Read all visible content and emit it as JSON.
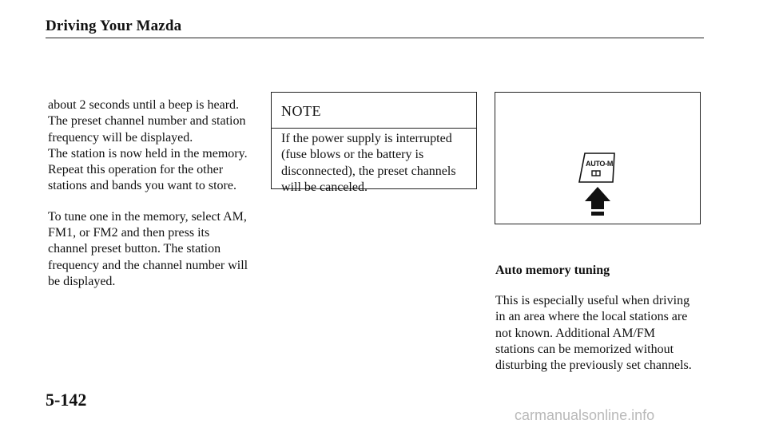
{
  "header": {
    "title": "Driving Your Mazda"
  },
  "left_column": {
    "paragraph1": [
      "about 2 seconds until a beep is heard.",
      "The preset channel number and station",
      "frequency will be displayed.",
      "The station is now held in the memory.",
      "Repeat this operation for the other",
      "stations and bands you want to store."
    ],
    "paragraph2": [
      "To tune one in the memory, select AM,",
      "FM1, or FM2 and then press its",
      "channel preset button. The station",
      "frequency and the channel number will",
      "be displayed."
    ]
  },
  "note": {
    "title": "NOTE",
    "lines": [
      "If the power supply is interrupted",
      "(fuse blows or the battery is",
      "disconnected), the preset channels",
      "will be canceled."
    ]
  },
  "figure": {
    "button_label": "AUTO-M",
    "icon": "auto-memory-button-with-arrow-icon"
  },
  "right_column": {
    "caption": "Auto memory tuning",
    "paragraph": [
      "This is especially useful when driving",
      "in an area where the local stations are",
      "not known. Additional AM/FM",
      "stations can be memorized without",
      "disturbing the previously set channels."
    ]
  },
  "footer": {
    "page_number": "5-142",
    "watermark": "carmanualsonline.info"
  }
}
